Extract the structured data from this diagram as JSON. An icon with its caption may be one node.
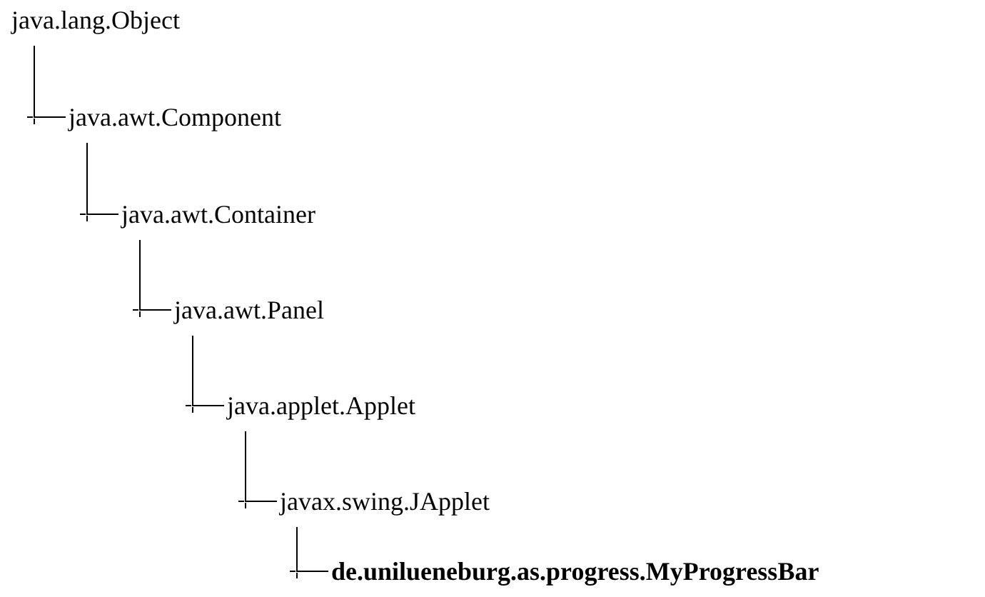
{
  "diagram": {
    "nodes": [
      {
        "text": [
          "java.lang.Object"
        ]
      },
      {
        "text": [
          "java.awt.Component"
        ]
      },
      {
        "text": [
          "java.awt.Container"
        ]
      },
      {
        "text": [
          "java.awt.Panel"
        ]
      },
      {
        "text": [
          "java.applet.Applet"
        ]
      },
      {
        "text": [
          "javax.swing.JApplet"
        ]
      },
      {
        "text": [
          "de.unilueneburg.as.progress.MyProgressBar"
        ]
      }
    ],
    "edges": [
      {
        "from": 0,
        "to": 1,
        "arrow": "none"
      },
      {
        "from": 1,
        "to": 2,
        "arrow": "none"
      },
      {
        "from": 2,
        "to": 3,
        "arrow": "none"
      },
      {
        "from": 3,
        "to": 4,
        "arrow": "none"
      },
      {
        "from": 4,
        "to": 5,
        "arrow": "none"
      },
      {
        "from": 5,
        "to": 6,
        "arrow": "none"
      }
    ]
  }
}
